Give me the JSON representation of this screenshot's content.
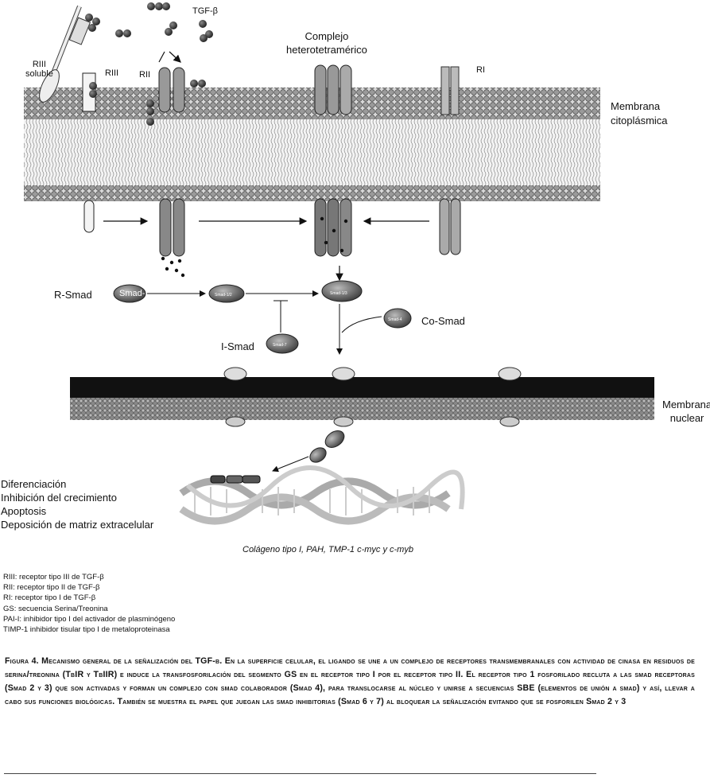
{
  "labels": {
    "riii_soluble": "RIII\nsoluble",
    "riii": "RIII",
    "rii": "RII",
    "tgf_beta": "TGF-β",
    "complex": "Complejo\nheterotetramérico",
    "ri": "RI",
    "membrane_cyto": "Membrana\ncitoplásmica",
    "r_smad": "R-Smad",
    "i_smad": "I-Smad",
    "co_smad": "Co-Smad",
    "membrane_nuclear": "Membrana\nnuclear",
    "smad_1": "Smad-1/2",
    "smad_2": "Smad-1/2",
    "smad_3": "Smad-1/3",
    "smad_7": "Smad-7",
    "smad_co": "Smad-4"
  },
  "outcomes": [
    "Diferenciación",
    "Inhibición del crecimiento",
    "Apoptosis",
    "Deposición de matriz extracelular"
  ],
  "genes": "Colágeno tipo I, PAH, TMP-1 c-myc y c-myb",
  "abbreviations": [
    "RIII: receptor tipo III de TGF-β",
    "RII: receptor tipo II de TGF-β",
    "RI: receptor tipo I de TGF-β",
    "GS: secuencia Serina/Treonina",
    "PAI-I: inhibidor tipo I del activador de plasminógeno",
    "TIMP-1 inhibidor tisular tipo I de metaloproteinasa"
  ],
  "caption": "Figura 4. Mecanismo general de la señalización del TGF-β. En la superficie celular, el ligando se une a un complejo de receptores transmembranales con actividad de cinasa en residuos de serina/treonina (TβIR y TβIIR) e induce la transfosforilación del segmento GS en el receptor tipo I por el receptor tipo II. El receptor tipo 1 fosforilado recluta a las smad receptoras (Smad 2 y 3) que son activadas y forman un complejo con smad colaborador (Smad 4), para translocarse al núcleo y unirse a secuencias SBE (elementos de unión a smad) y así, llevar a cabo sus funciones biológicas. También se muestra el papel que juegan las smad inhibitorias (Smad 6 y 7) al bloquear la señalización evitando que se fosforilen Smad 2 y 3"
}
